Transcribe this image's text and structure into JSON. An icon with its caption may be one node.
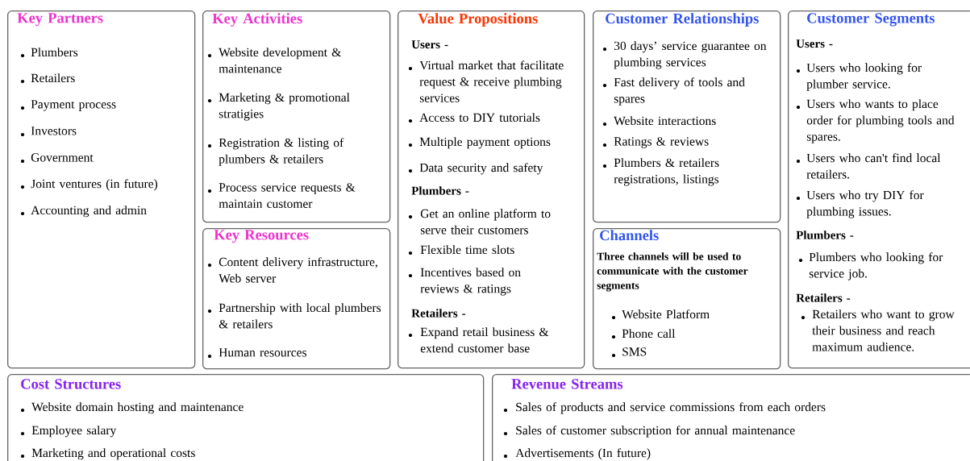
{
  "diagram": {
    "nodes": [
      {
        "text": [
          "Key Partners",
          "Plumbers",
          "Retailers",
          "Payment process",
          "Investors",
          "Government",
          "Joint ventures (in future)",
          "Accounting and admin"
        ]
      },
      {
        "text": [
          "Key Activities",
          "Website development & maintenance",
          "Marketing & promotional stratigies",
          "Registration & listing of plumbers & retailers",
          "Process service requests & maintain customer"
        ]
      },
      {
        "text": [
          "Key Resources",
          "Content delivery infrastructure, Web server",
          "Partnership with local plumbers & retailers",
          "Human resources"
        ]
      },
      {
        "text": [
          "Value Propositions",
          "Users -",
          "Virtual market that facilitate request & receive plumbing services",
          "Access to DIY tutorials",
          "Multiple payment options",
          "Data security and safety",
          "Plumbers -",
          "Get an online platform to serve their customers",
          "Flexible time slots",
          "Incentives based on reviews & ratings",
          "Retailers -",
          "Expand retail business & extend customer base"
        ]
      },
      {
        "text": [
          "Customer Relationships",
          "30 days’ service guarantee on plumbing services",
          "Fast delivery of tools and spares",
          "Website interactions",
          "Ratings & reviews",
          "Plumbers & retailers registrations, listings"
        ]
      },
      {
        "text": [
          "Channels",
          "Three channels will be used to communicate with the customer segments",
          "Website Platform",
          "Phone call",
          "SMS"
        ]
      },
      {
        "text": [
          "Customer Segments",
          "Users -",
          "Users who looking for plumber service.",
          "Users who wants to place order for plumbing tools and spares.",
          "Users who can't find local retailers.",
          "Users who try DIY for plumbing issues.",
          "Plumbers -",
          "Plumbers who looking for service job.",
          "Retailers -",
          "Retailers who want to grow their business and reach maximum audience."
        ]
      },
      {
        "text": [
          "Cost Structures",
          "Website domain hosting and maintenance",
          "Employee salary",
          "Marketing and operational costs"
        ]
      },
      {
        "text": [
          "Revenue Streams",
          "Sales of products and service commissions from each orders",
          "Sales of customer subscription for annual maintenance",
          "Advertisements (In future)"
        ]
      }
    ]
  }
}
